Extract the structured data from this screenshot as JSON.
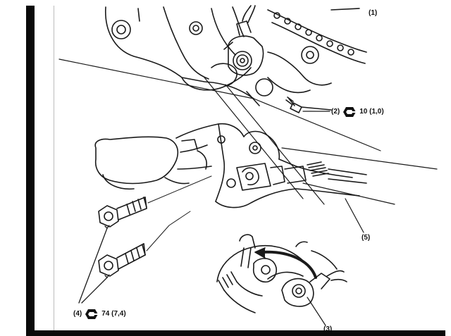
{
  "callouts": {
    "c1": "(1)",
    "c2": "(2)",
    "c3": "(3)",
    "c4": "(4)",
    "c5": "(5)"
  },
  "torques": {
    "t2": "10 (1,0)",
    "t4": "74 (7,4)"
  },
  "icons": {
    "torque_symbol": "torque-wrench-hex-icon"
  },
  "colors": {
    "ink": "#111111",
    "frame": "#0a0a0a",
    "paper": "#ffffff"
  }
}
